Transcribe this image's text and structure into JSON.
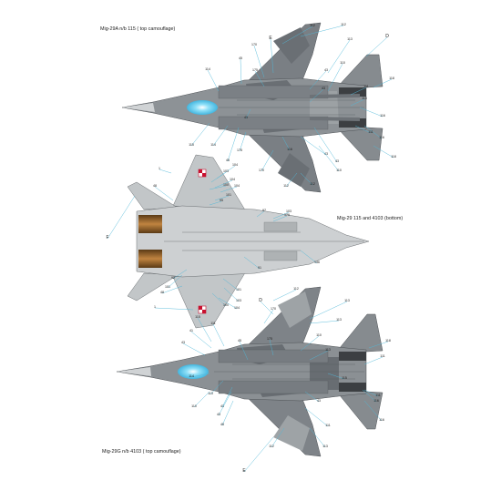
{
  "colors": {
    "camo_dark": "#6b7075",
    "camo_mid": "#8a8f93",
    "camo_light": "#a3a8ab",
    "underside": "#c6cacb",
    "leader": "#4fb8d8",
    "canopy": "#58c8ec",
    "nozzle": "#a26a2c",
    "insignia": "#c8102e"
  },
  "views": [
    {
      "id": "top-115",
      "caption": "Mig-29A n/b 115 ( top camouflage)",
      "callouts": [
        "112",
        "112",
        "E",
        "113",
        "170",
        "D",
        "45",
        "110",
        "114",
        "118",
        "175",
        "43",
        "111",
        "116",
        "113",
        "43",
        "45",
        "43",
        "116",
        "115",
        "114",
        "170",
        "45",
        "111",
        "118",
        "175",
        "43",
        "116",
        "110",
        "112",
        "112"
      ]
    },
    {
      "id": "bottom",
      "caption": "Mig-29 115 and 4103 (bottom)",
      "callouts": [
        "1",
        "104",
        "103",
        "104",
        "100",
        "104",
        "48",
        "101",
        "95",
        "97",
        "103",
        "179",
        "F",
        "146",
        "91",
        "92",
        "101",
        "101",
        "48",
        "103",
        "100",
        "1",
        "104"
      ]
    },
    {
      "id": "top-4103",
      "caption": "Mig-29G n/b 4103 ( top camouflage)",
      "callouts": [
        "112",
        "D",
        "113",
        "170",
        "115",
        "113",
        "111",
        "41",
        "110",
        "43",
        "118",
        "45",
        "175",
        "113",
        "111",
        "114",
        "113",
        "115",
        "43",
        "43",
        "111",
        "116",
        "110",
        "43",
        "45",
        "111",
        "116",
        "E",
        "112",
        "113"
      ]
    }
  ]
}
